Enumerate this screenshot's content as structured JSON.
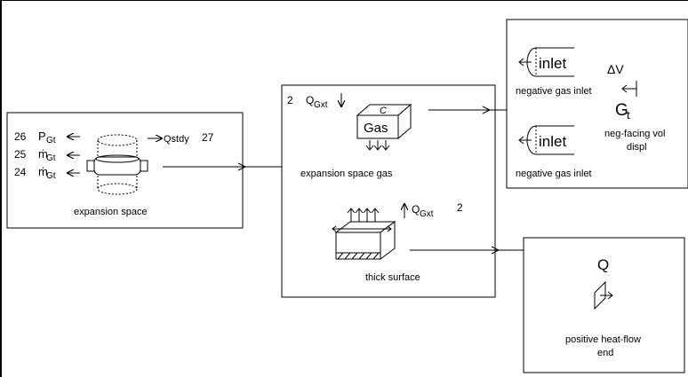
{
  "expansion_space": {
    "label": "expansion space",
    "ports": [
      {
        "num": "26",
        "sym": "P",
        "sub": "Gt"
      },
      {
        "num": "25",
        "sym": "ṁ",
        "sub": "Gt"
      },
      {
        "num": "24",
        "sym": "ṁ",
        "sub": "Gt"
      }
    ],
    "out_sym": "Qstdy",
    "out_num": "27"
  },
  "gas_block": {
    "gas_label": "expansion space gas",
    "gas_text": "Gas",
    "gas_c": "C",
    "q_top_num": "2",
    "q_top_sym": "Q",
    "q_top_sub": "Gxt",
    "surface_label": "thick surface",
    "q_bottom_num": "2",
    "q_bottom_sym": "Q",
    "q_bottom_sub": "Gxt"
  },
  "inlet_block": {
    "inlet1_text": "inlet",
    "inlet1_label": "negative gas inlet",
    "inlet2_text": "inlet",
    "inlet2_label": "negative gas inlet",
    "delta_v": "ΔV",
    "gt": "G",
    "gt_sub": "t",
    "vol_label_1": "neg-facing vol",
    "vol_label_2": "displ"
  },
  "heatflow_block": {
    "q": "Q",
    "label_1": "positive heat-flow",
    "label_2": "end"
  }
}
